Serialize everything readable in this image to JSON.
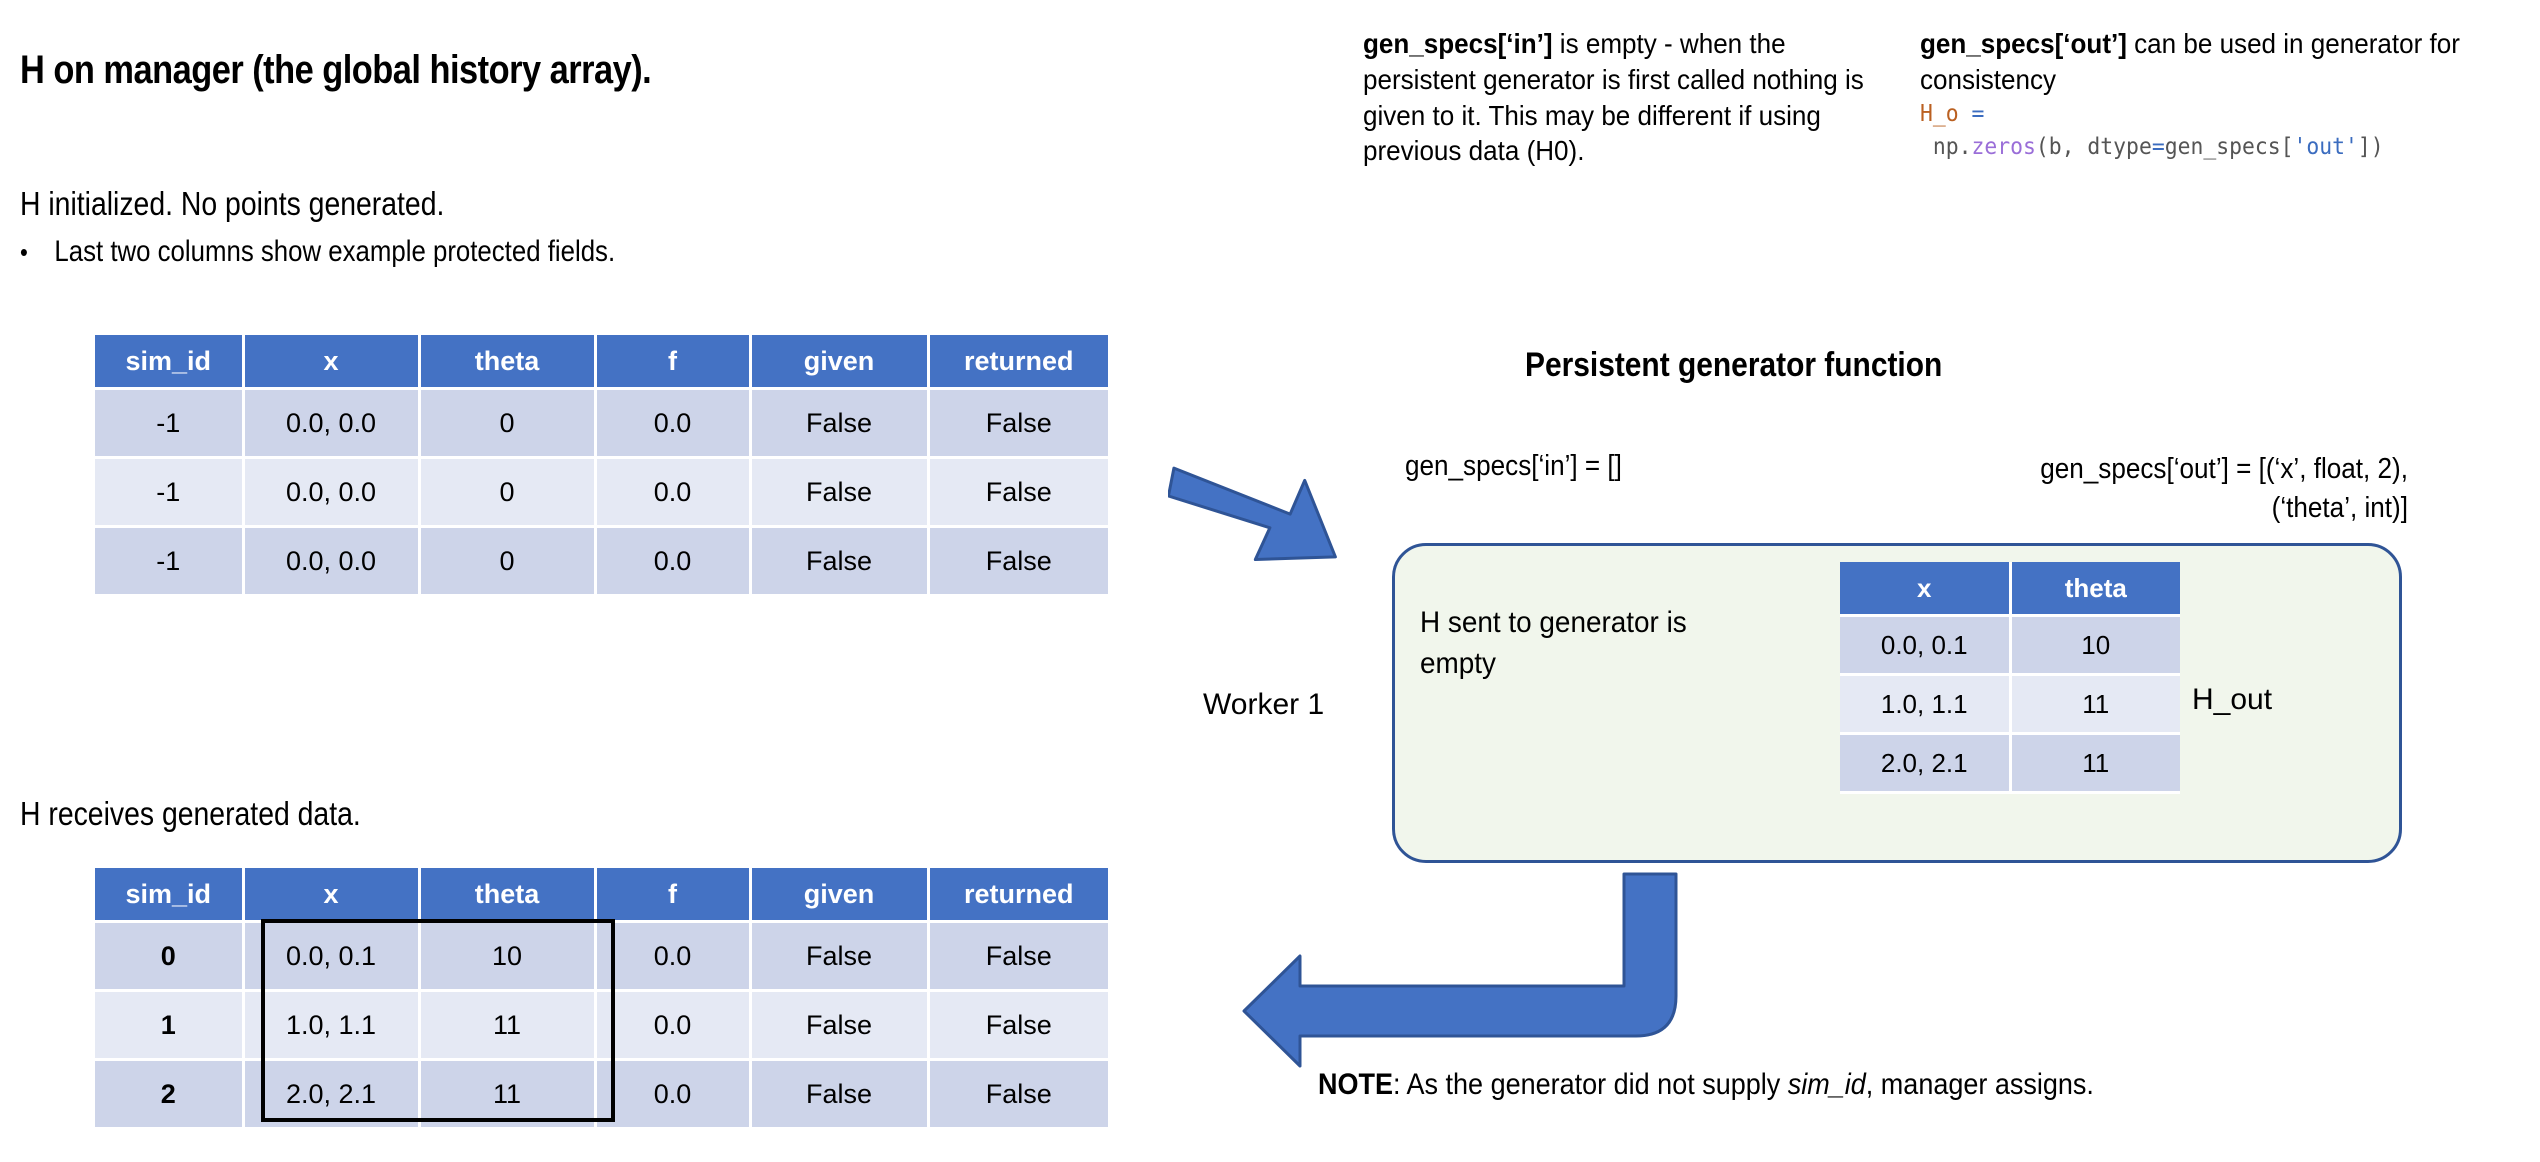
{
  "slide": {
    "title": "H on manager (the global history array).",
    "h_initialized_line": "H initialized. No points generated.",
    "bullet_marker": "•",
    "bullet_text": "Last two columns show example protected fields.",
    "h_receives_line": "H receives  generated data."
  },
  "notes": {
    "gen_specs_in": {
      "bold_lead": "gen_specs[‘in’]",
      "body": " is empty - when the persistent generator is first called nothing is given to it. This may be different if using previous data (H0)."
    },
    "gen_specs_out": {
      "bold_lead": "gen_specs[‘out’]",
      "body": " can be used in generator for consistency",
      "code_line1_name": "H_o",
      "code_line1_op": " =",
      "code_line2_mod": " np.",
      "code_line2_fn": "zeros",
      "code_line2_args_a": "(b, dtype",
      "code_line2_eq": "=",
      "code_line2_args_b": "gen_specs[",
      "code_line2_str": "'out'",
      "code_line2_tail": "])"
    }
  },
  "diagram": {
    "persistent_title": "Persistent generator function",
    "gen_specs_in_expr": "gen_specs[‘in’] = []",
    "gen_specs_out_expr_line1": "gen_specs[‘out’] = [(‘x’, float, 2),",
    "gen_specs_out_expr_line2": "(‘theta’, int)]",
    "worker_label": "Worker 1",
    "box_text": "H sent to generator is empty",
    "h_out_label": "H_out",
    "arrow_in_name": "worker-to-generator-arrow",
    "arrow_return_name": "generator-to-manager-arrow"
  },
  "bottom_note": {
    "bold": "NOTE",
    "part1": ": As the generator did not supply ",
    "italic": "sim_id",
    "part2": ", manager assigns."
  },
  "table_h_init": {
    "headers": [
      "sim_id",
      "x",
      "theta",
      "f",
      "given",
      "returned"
    ],
    "rows": [
      [
        "-1",
        "0.0, 0.0",
        "0",
        "0.0",
        "False",
        "False"
      ],
      [
        "-1",
        "0.0, 0.0",
        "0",
        "0.0",
        "False",
        "False"
      ],
      [
        "-1",
        "0.0, 0.0",
        "0",
        "0.0",
        "False",
        "False"
      ]
    ]
  },
  "table_h_received": {
    "headers": [
      "sim_id",
      "x",
      "theta",
      "f",
      "given",
      "returned"
    ],
    "rows": [
      [
        "0",
        "0.0, 0.1",
        "10",
        "0.0",
        "False",
        "False"
      ],
      [
        "1",
        "1.0, 1.1",
        "11",
        "0.0",
        "False",
        "False"
      ],
      [
        "2",
        "2.0, 2.1",
        "11",
        "0.0",
        "False",
        "False"
      ]
    ]
  },
  "table_generator_out": {
    "headers": [
      "x",
      "theta"
    ],
    "rows": [
      [
        "0.0, 0.1",
        "10"
      ],
      [
        "1.0, 1.1",
        "11"
      ],
      [
        "2.0, 2.1",
        "11"
      ]
    ]
  },
  "colors": {
    "header_blue": "#4472C4",
    "row_dark": "#CDD4E9",
    "row_light": "#E5E9F4",
    "box_fill_green": "#F1F6EC",
    "box_border_blue": "#2F5496",
    "arrow_blue": "#4472C4",
    "arrow_border": "#2F5496",
    "code_name_orange": "#BA6021",
    "code_op_blue": "#3B6CBF",
    "code_fn_purple": "#9A6ED8"
  }
}
